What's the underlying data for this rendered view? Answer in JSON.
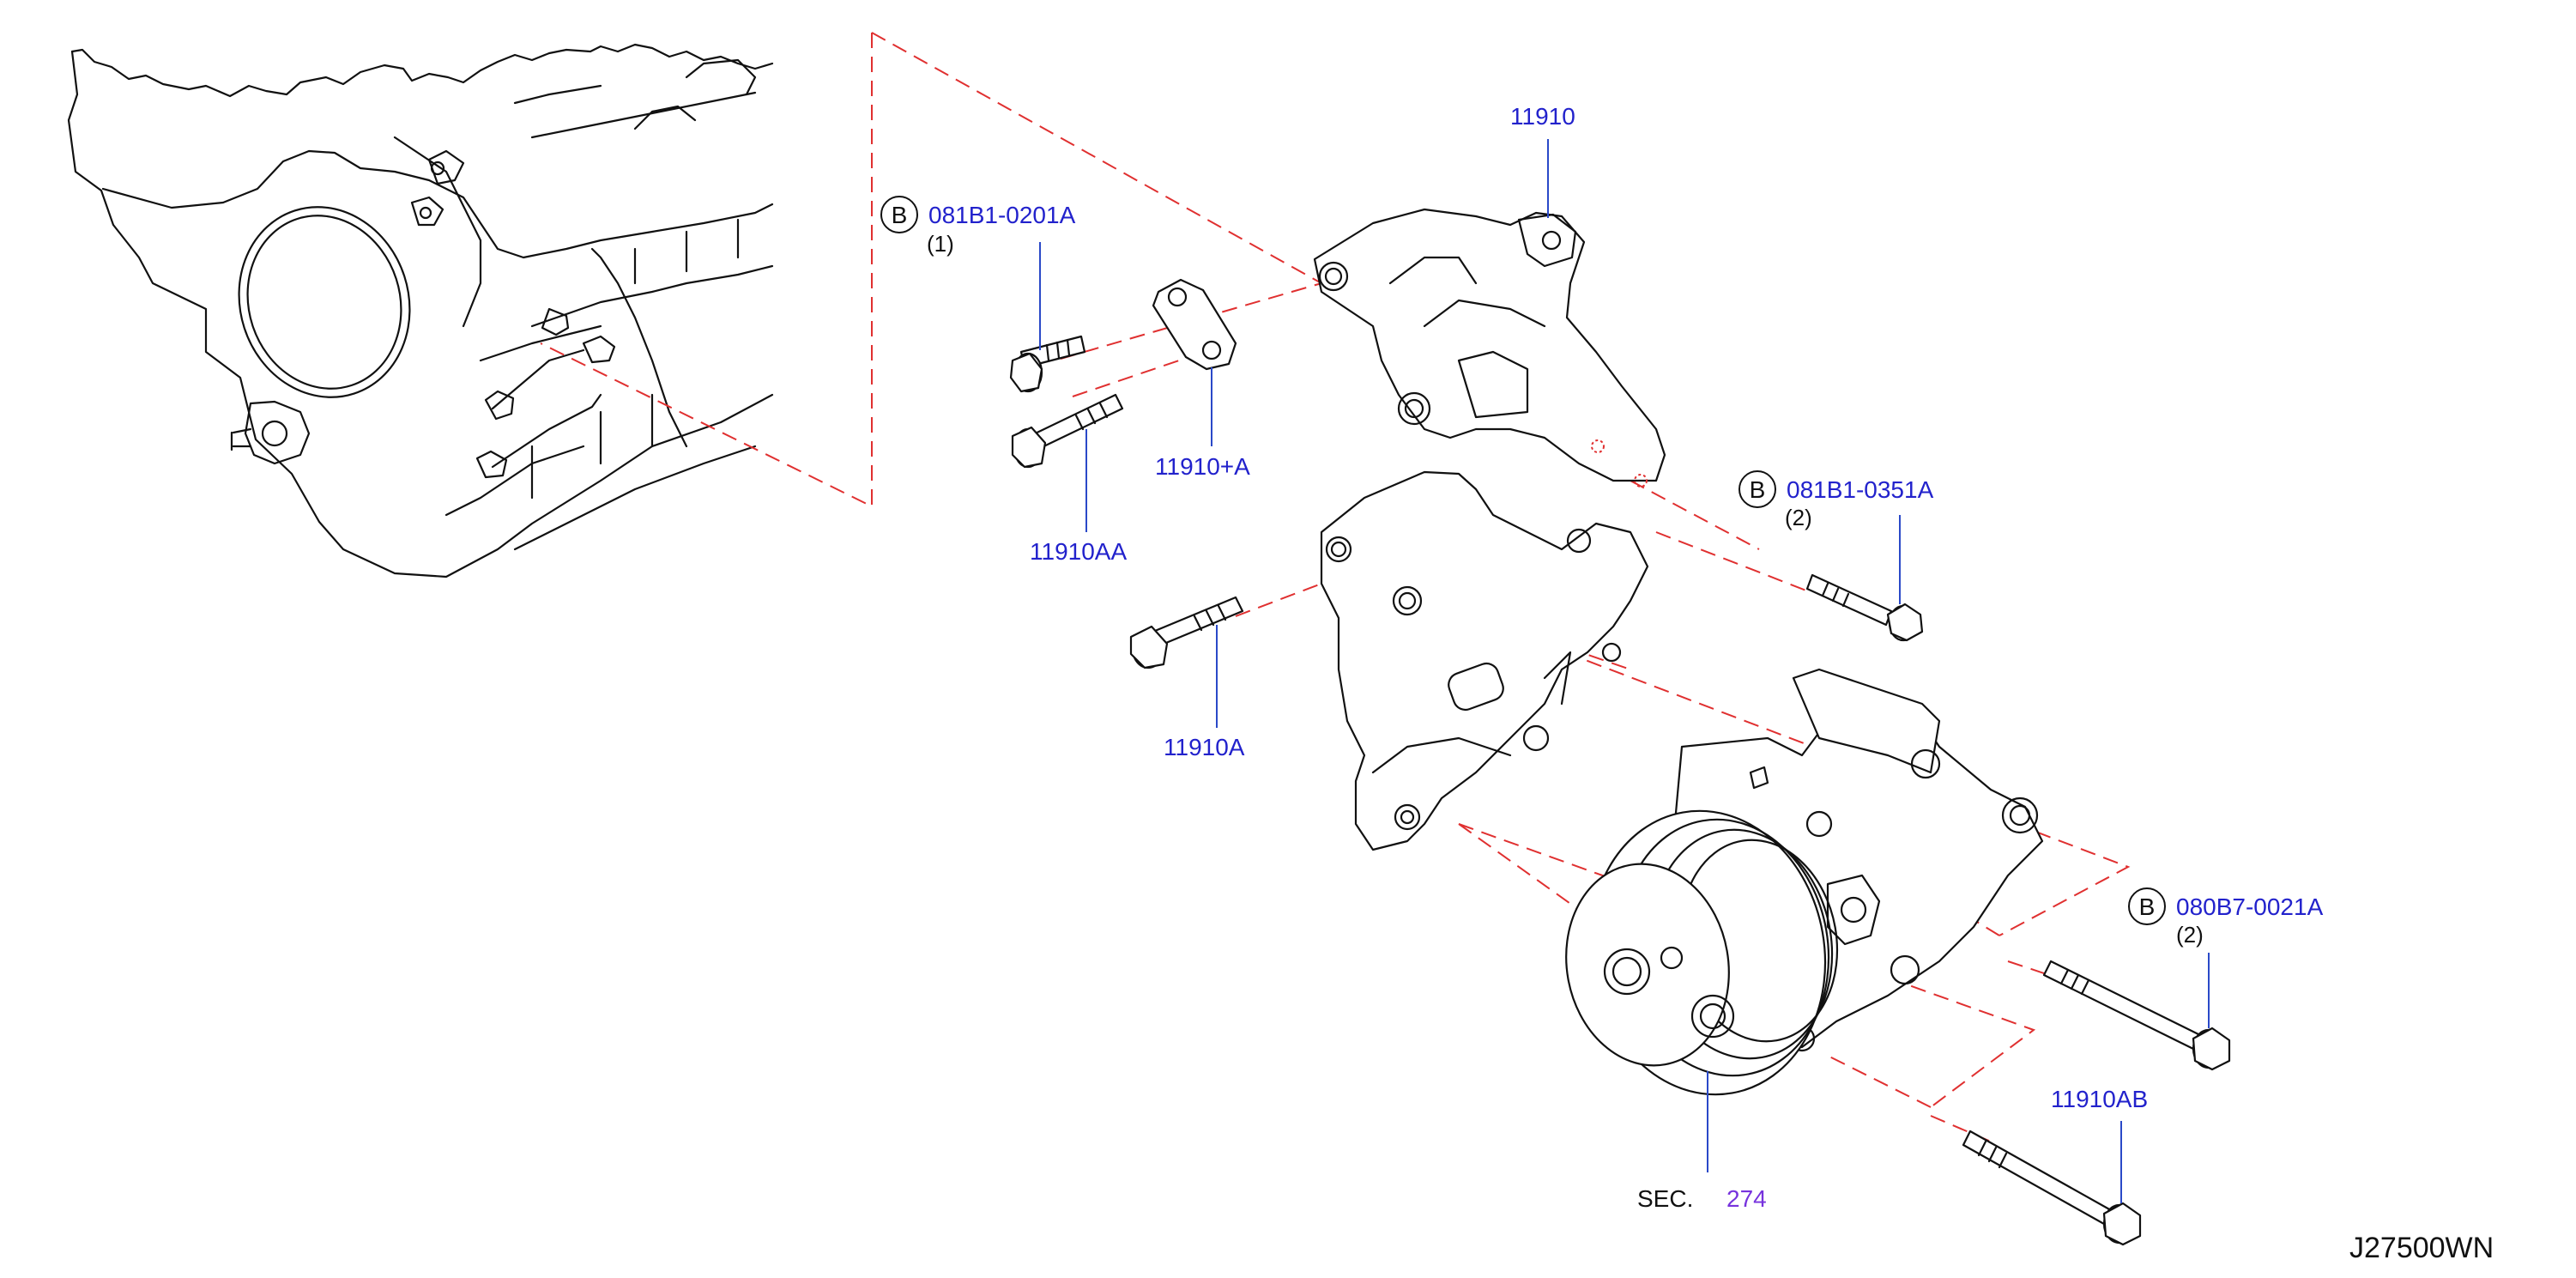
{
  "diagram_code": "J27500WN",
  "callouts": [
    {
      "id": "bolt-081B1-0201A",
      "symbol": "B",
      "part_no": "081B1-0201A",
      "qty": "(1)"
    },
    {
      "id": "bracket-11910",
      "part_no": "11910"
    },
    {
      "id": "plate-11910A-plus",
      "part_no": "11910+A"
    },
    {
      "id": "bolt-11910AA",
      "part_no": "11910AA"
    },
    {
      "id": "bolt-081B1-0351A",
      "symbol": "B",
      "part_no": "081B1-0351A",
      "qty": "(2)"
    },
    {
      "id": "bolt-11910A",
      "part_no": "11910A"
    },
    {
      "id": "bolt-080B7-0021A",
      "symbol": "B",
      "part_no": "080B7-0021A",
      "qty": "(2)"
    },
    {
      "id": "bolt-11910AB",
      "part_no": "11910AB"
    },
    {
      "id": "compressor-sec",
      "prefix": "SEC.",
      "section": "274"
    }
  ],
  "colors": {
    "part_number": "#2222cc",
    "section_ref": "#7733dd",
    "leader": "#2a49c8",
    "dashed_line": "#e03030",
    "drawing": "#111111"
  }
}
